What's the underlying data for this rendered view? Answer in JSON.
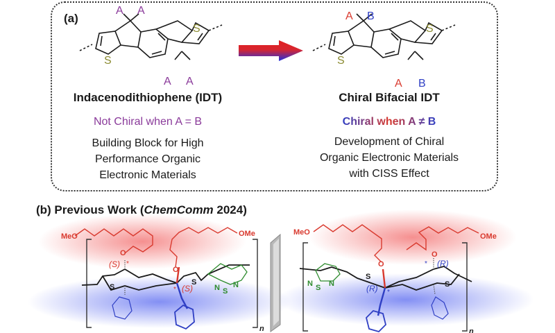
{
  "panel_a": {
    "label": "(a)",
    "left": {
      "substituent": "A",
      "sulfur": "S",
      "title": "Indacenodithiophene (IDT)",
      "chirality_note": "Not Chiral when A = B",
      "description": [
        "Building Block for High",
        "Performance Organic",
        "Electronic Materials"
      ]
    },
    "right": {
      "substituent_a": "A",
      "substituent_b": "B",
      "sulfur": "S",
      "title": "Chiral Bifacial IDT",
      "chirality_note": "Chiral when A ≠ B",
      "description": [
        "Development of Chiral",
        "Organic Electronic Materials",
        "with CISS Effect"
      ]
    }
  },
  "panel_b": {
    "label_prefix": "(b) Previous Work (",
    "label_journal": "ChemComm",
    "label_suffix": " 2024)",
    "left_polymer": {
      "meo": "MeO",
      "ome": "OMe",
      "oxygen": "O",
      "sulfur": "S",
      "nitrogen": "N",
      "stereo": "(S)",
      "star": "*",
      "repeat": "n"
    },
    "right_polymer": {
      "meo": "MeO",
      "ome": "OMe",
      "oxygen": "O",
      "sulfur": "S",
      "nitrogen": "N",
      "stereo": "(R)",
      "star": "*",
      "repeat": "n"
    }
  },
  "colors": {
    "purple": "#8a3a9a",
    "red": "#d93a2f",
    "blue": "#2f3fc4",
    "green": "#2e8b2e",
    "sulfur": "#8a8a30",
    "ink": "#1a1a1a"
  }
}
